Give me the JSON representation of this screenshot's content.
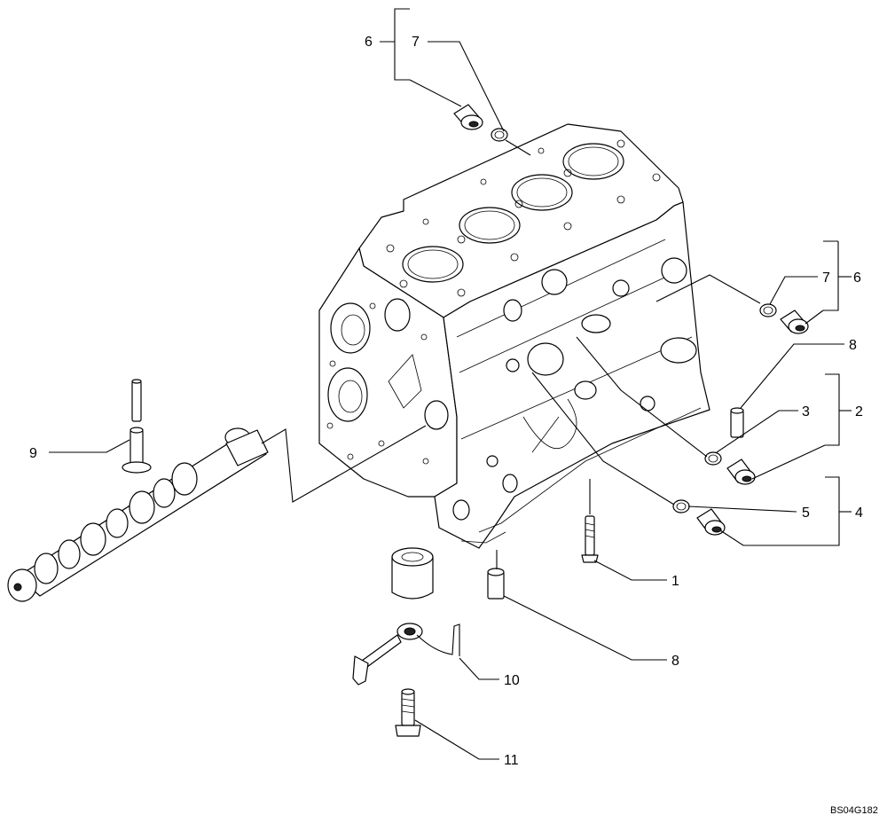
{
  "diagram": {
    "callouts": {
      "c6_top": "6",
      "c7_top": "7",
      "c7_right": "7",
      "c6_right": "6",
      "c8_right": "8",
      "c3": "3",
      "c2": "2",
      "c5": "5",
      "c4": "4",
      "c1": "1",
      "c9": "9",
      "c8_bottom": "8",
      "c10": "10",
      "c11": "11"
    },
    "drawing_code": "BS04G182"
  }
}
